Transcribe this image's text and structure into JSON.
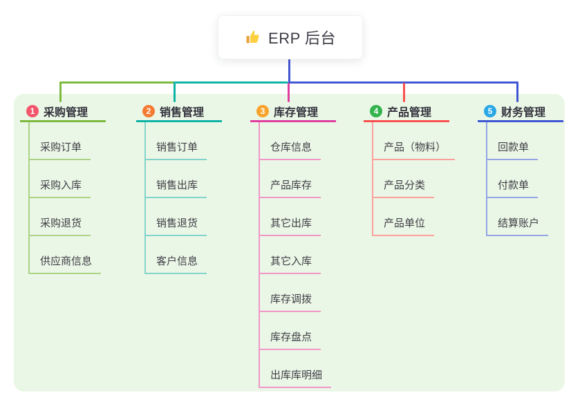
{
  "root": {
    "icon": "thumbs-up",
    "title": "ERP 后台"
  },
  "colors": {
    "canvas_bg": "#ffffff",
    "panel_bg": "#ebf7e6",
    "root_connector": "#4355d2",
    "branch_strong": [
      "#7cb93f",
      "#0eb2a7",
      "#df3da0",
      "#f9504e",
      "#3e56d4"
    ],
    "branch_light": [
      "#abd284",
      "#82d3cb",
      "#f096c8",
      "#fba09d",
      "#92a4e5"
    ],
    "badge_colors": [
      "#f2566d",
      "#f57b33",
      "#f8a42c",
      "#33b34d",
      "#2aa7e6"
    ]
  },
  "branches": [
    {
      "num": "1",
      "label": "采购管理",
      "children": [
        "采购订单",
        "采购入库",
        "采购退货",
        "供应商信息"
      ]
    },
    {
      "num": "2",
      "label": "销售管理",
      "children": [
        "销售订单",
        "销售出库",
        "销售退货",
        "客户信息"
      ]
    },
    {
      "num": "3",
      "label": "库存管理",
      "children": [
        "仓库信息",
        "产品库存",
        "其它出库",
        "其它入库",
        "库存调拨",
        "库存盘点",
        "出库库明细"
      ]
    },
    {
      "num": "4",
      "label": "产品管理",
      "children": [
        "产品（物料）",
        "产品分类",
        "产品单位"
      ]
    },
    {
      "num": "5",
      "label": "财务管理",
      "children": [
        "回款单",
        "付款单",
        "结算账户"
      ]
    }
  ]
}
